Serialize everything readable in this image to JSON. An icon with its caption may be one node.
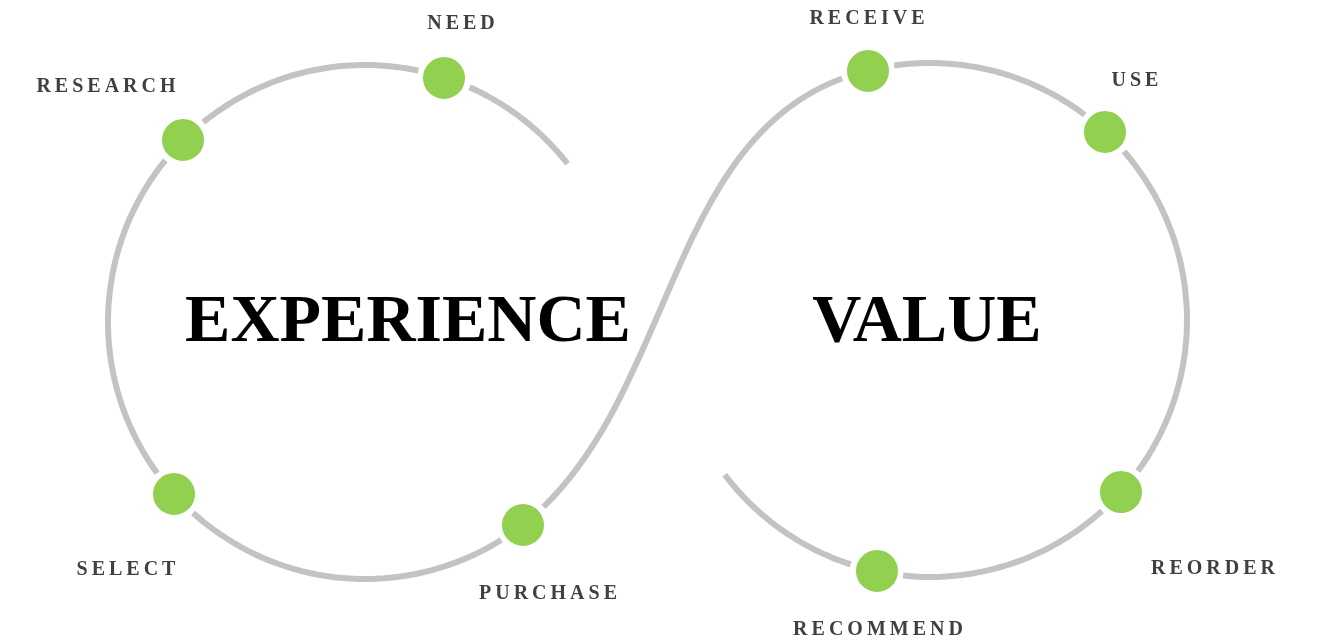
{
  "diagram": {
    "nodes": [
      {
        "text": [],
        "shape": "circle",
        "beside": [
          "NEED"
        ]
      },
      {
        "text": [],
        "shape": "circle",
        "beside": [
          "RESEARCH"
        ]
      },
      {
        "text": [],
        "shape": "circle",
        "beside": [
          "SELECT"
        ]
      },
      {
        "text": [],
        "shape": "circle",
        "beside": [
          "PURCHASE"
        ]
      },
      {
        "text": [],
        "shape": "circle",
        "beside": [
          "RECEIVE"
        ]
      },
      {
        "text": [],
        "shape": "circle",
        "beside": [
          "USE"
        ]
      },
      {
        "text": [],
        "shape": "circle",
        "beside": [
          "REORDER"
        ]
      },
      {
        "text": [],
        "shape": "circle",
        "beside": [
          "RECOMMEND"
        ]
      }
    ],
    "edges": [
      {
        "from": null,
        "to": 0,
        "arrow": "none"
      },
      {
        "from": 0,
        "to": 1,
        "arrow": "none"
      },
      {
        "from": 1,
        "to": 2,
        "arrow": "none"
      },
      {
        "from": 2,
        "to": 3,
        "arrow": "none"
      },
      {
        "from": 3,
        "to": 4,
        "arrow": "none"
      },
      {
        "from": 4,
        "to": 5,
        "arrow": "none"
      },
      {
        "from": 5,
        "to": 6,
        "arrow": "none"
      },
      {
        "from": 6,
        "to": 7,
        "arrow": "none"
      },
      {
        "from": 7,
        "to": null,
        "arrow": "none"
      }
    ],
    "labels": [
      "EXPERIENCE",
      "VALUE"
    ]
  }
}
